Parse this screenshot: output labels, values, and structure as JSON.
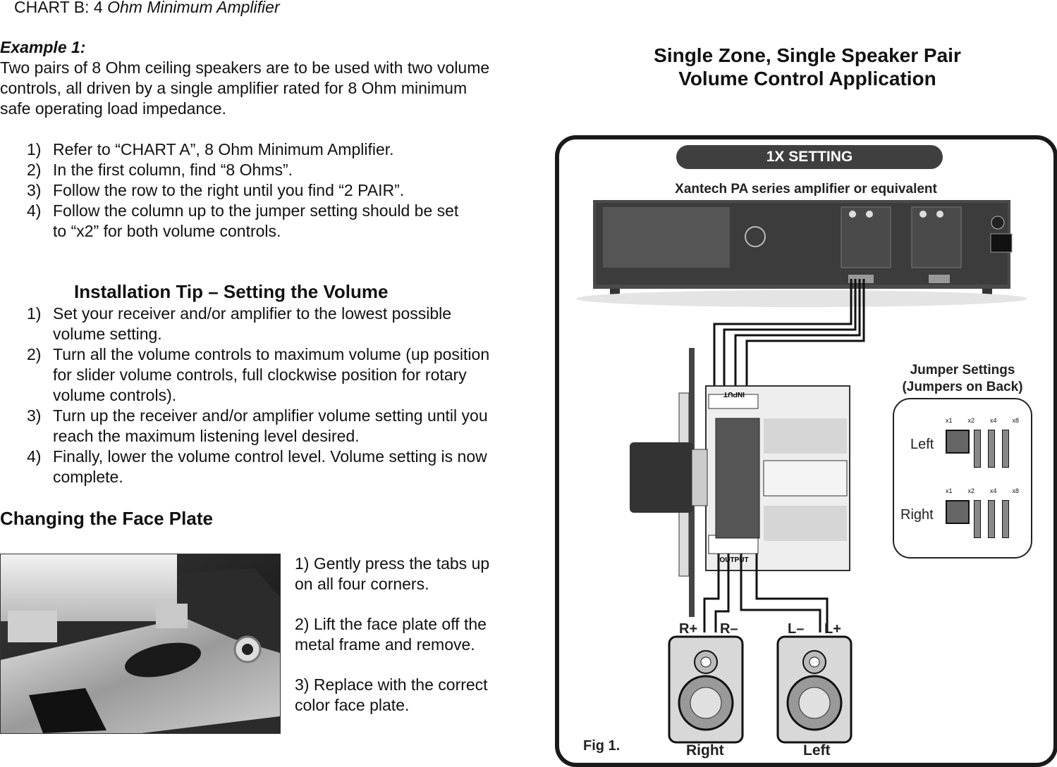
{
  "header": {
    "chart_label": "CHART B: 4",
    "chart_title": "Ohm Minimum Amplifier"
  },
  "example": {
    "heading": "Example 1:",
    "intro": "Two pairs of 8 Ohm ceiling speakers are to be used with two volume controls, all driven by a single amplifier rated for 8 Ohm minimum safe operating load impedance.",
    "steps": [
      {
        "num": "1)",
        "text": "Refer to “CHART A”, 8 Ohm Minimum Amplifier."
      },
      {
        "num": "2)",
        "text": "In the first column, find “8 Ohms”."
      },
      {
        "num": "3)",
        "text": "Follow the row to the right until you find “2 PAIR”."
      },
      {
        "num": "4)",
        "text": "Follow the column up to the jumper setting should be set to “x2” for both volume controls."
      }
    ]
  },
  "tip": {
    "heading": "Installation Tip – Setting the Volume",
    "steps": [
      {
        "num": "1)",
        "text": "Set your receiver and/or amplifier to the lowest possible volume setting."
      },
      {
        "num": "2)",
        "text": "Turn all the volume controls to maximum volume (up position for slider volume controls, full clockwise position for rotary volume controls)."
      },
      {
        "num": "3)",
        "text": "Turn up the receiver and/or amplifier volume setting until you reach the maximum listening level desired."
      },
      {
        "num": "4)",
        "text": "Finally, lower the volume control level. Volume setting is now complete."
      }
    ]
  },
  "faceplate": {
    "heading": "Changing the Face Plate",
    "steps": [
      "1) Gently press the tabs up on all four corners.",
      "2) Lift the face plate off the metal frame and remove.",
      "3) Replace with the correct color face plate."
    ]
  },
  "diagram": {
    "title_line1": "Single Zone, Single Speaker Pair",
    "title_line2": "Volume Control Application",
    "setting_badge": "1X SETTING",
    "amp_label": "Xantech PA series amplifier or equivalent",
    "jumper_title_line1": "Jumper Settings",
    "jumper_title_line2": "(Jumpers on Back)",
    "jumper_left": "Left",
    "jumper_right": "Right",
    "jumper_pins": [
      "x1",
      "x2",
      "x4",
      "x8"
    ],
    "input_label": "INPUT",
    "output_label": "OUTPUT",
    "terminal_labels": [
      "R+",
      "R–",
      "L–",
      "L+"
    ],
    "speaker_right_label": "Right",
    "speaker_left_label": "Left",
    "fig_label": "Fig 1."
  }
}
